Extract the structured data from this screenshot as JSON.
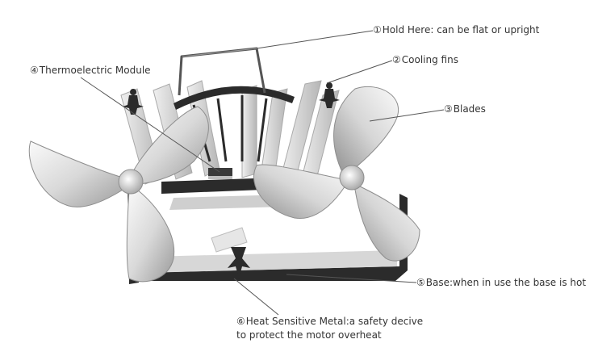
{
  "callouts": [
    {
      "num": "①",
      "text": "Hold Here: can be flat or upright"
    },
    {
      "num": "②",
      "text": "Cooling fins"
    },
    {
      "num": "③",
      "text": "Blades"
    },
    {
      "num": "④",
      "text": "Thermoelectric Module"
    },
    {
      "num": "⑤",
      "text": "Base:when in use the base is hot"
    },
    {
      "num": "⑥",
      "text": "Heat Sensitive Metal:a safety decive",
      "text2": "to protect the motor overheat"
    }
  ],
  "colors": {
    "frame": "#2b2b2b",
    "metal_light": "#f2f2f2",
    "metal_mid": "#c9c9c9",
    "metal_dark": "#8d8d8d",
    "leader": "#555555",
    "text": "#333333"
  }
}
